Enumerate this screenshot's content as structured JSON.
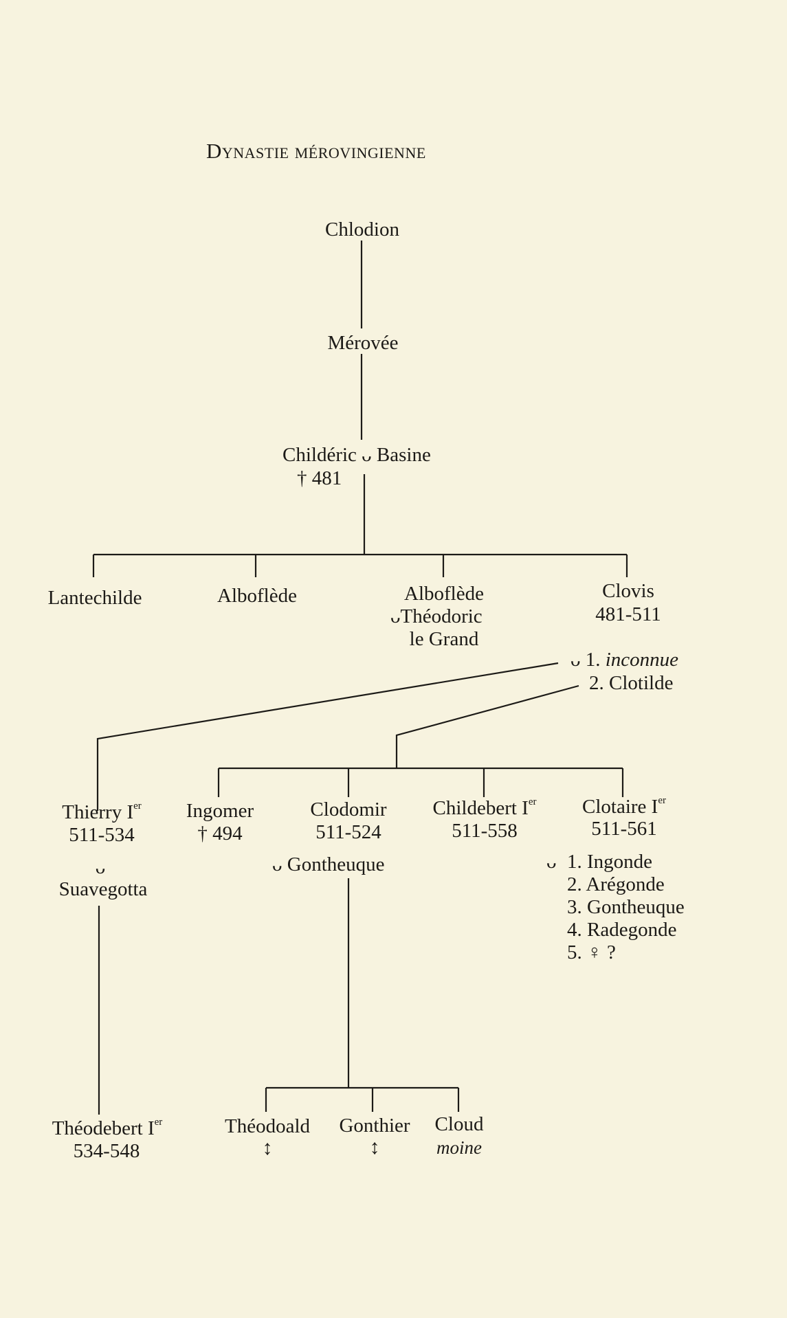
{
  "title": "Dynastie mérovingienne",
  "people": {
    "chlodion": "Chlodion",
    "merovee": "Mérovée",
    "childeric": "Childéric",
    "childeric_spouse": "Basine",
    "childeric_death": "† 481",
    "lantechilde": "Lantechilde",
    "alboflede1": "Alboflède",
    "alboflede2": "Alboflède",
    "alboflede2_spouse": "Théodoric",
    "alboflede2_spouse_line2": "le Grand",
    "clovis": "Clovis",
    "clovis_dates": "481-511",
    "clovis_spouse1": "1. ",
    "clovis_spouse1_name": "inconnue",
    "clovis_spouse2": "2. Clotilde",
    "thierry": "Thierry I",
    "thierry_sup": "er",
    "thierry_dates": "511-534",
    "thierry_spouse": "Suavegotta",
    "ingomer": "Ingomer",
    "ingomer_death": "† 494",
    "clodomir": "Clodomir",
    "clodomir_dates": "511-524",
    "clodomir_spouse": "Gontheuque",
    "childebert": "Childebert I",
    "childebert_sup": "er",
    "childebert_dates": "511-558",
    "clotaire": "Clotaire I",
    "clotaire_sup": "er",
    "clotaire_dates": "511-561",
    "clotaire_wives": [
      "1. Ingonde",
      "2. Arégonde",
      "3. Gontheuque",
      "4. Radegonde",
      "5. ♀ ?"
    ],
    "theodebert": "Théodebert I",
    "theodebert_sup": "er",
    "theodebert_dates": "534-548",
    "theodoald": "Théodoald",
    "theodoald_mark": "↕",
    "gonthier": "Gonthier",
    "gonthier_mark": "↕",
    "cloud": "Cloud",
    "cloud_note": "moine"
  },
  "symbols": {
    "marriage": "ᴗ"
  }
}
